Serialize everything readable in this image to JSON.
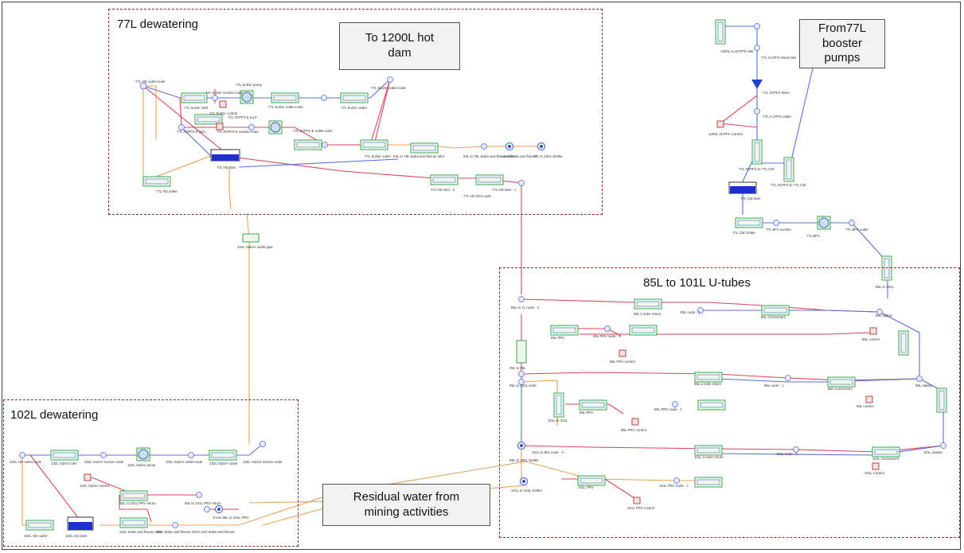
{
  "regions": {
    "r77": {
      "title": "77L dewatering"
    },
    "r85": {
      "title": "85L to 101L U-tubes"
    },
    "r102": {
      "title": "102L dewatering"
    }
  },
  "callouts": {
    "hotdam": "To 1200L hot dam",
    "booster": "From77L booster pumps",
    "residual": "Residual water from mining activities"
  },
  "labels": {
    "hd_suction": "77L HD outlet node",
    "sulzer_inlet": "77L Sulzer inlet",
    "sulzer_suction": "77L Sulzer suction node",
    "sulzer_pump": "77L Sulzer pump",
    "sulzer_outlet_node": "77L Sulzer outlet node",
    "sulzer_outlet": "77L Sulzer outlet",
    "sulzer_control": "77L Sulzer control",
    "trig": "77L Sulzer outlet node",
    "inlet_3cpfs": "77L 3CPFS E inlet",
    "e_suction": "77L 3CPFS E suction node",
    "e_pump": "77L 3CPFS E eq P",
    "e_outlet_node": "77L 3CPFS E outlet node",
    "e_outlet": "77L Sulzer outlet",
    "hd_outlet": "77L HD outlet",
    "hd_dam": "77L HD dam",
    "leaks_79": "84L to 79L leaks and fissure inlet",
    "leaks_node": "84L to 79L leaks and fissure inlet",
    "level_leaks": "Level leaks and fissure",
    "to102_settler": "77L to 102L Settler",
    "hd_inlet": "77L HD inlet - 2",
    "hd_inlet_node": "77L HD inlet node",
    "hd_inlet_1": "77L HD inlet - 1",
    "sulzer_pipe": "102L Sulzer outlet pipe",
    "eq_3cpfs_inlet": "1200L to 3CPFS inlet",
    "west_inlet": "77L 3 CPFS West inlet",
    "west_pump": "77L 3CPFS West",
    "west_outlet": "77L 3 CPFS outlet",
    "control_1200": "1200L 3CPFS Control",
    "to_cw": "77L 3CPFS to 77L CW",
    "booster_cw": "77L 3CPFS to 77L CW",
    "cw_dam": "77L CW dam",
    "cw_outlet": "77L CW Outlet",
    "bp1_suction": "77L BP1 suction",
    "bp1": "77L BP1",
    "bp1_outlet": "77L BP1 outlet",
    "to_101": "85L to 101L",
    "station_85": "85L station",
    "consumers_85": "85L Consumers",
    "control_85": "85L control",
    "u_return_85": "85L U-tube return",
    "node1_85": "85L node - 1",
    "node2_85": "85L to 7L node - 2",
    "prv_85": "85L PRV",
    "prv_node_85": "85L PRV node - 1",
    "prv_ctrl_85": "85L PRV control",
    "col_95": "95L to 95L",
    "node_95": "95L to 101L node",
    "u_return_95": "95L U-tube return",
    "node1_95": "95L node - 1",
    "station_95": "95L station",
    "consumers_95": "95L Consumers",
    "control_95": "95L control",
    "prv_95": "95L PRV",
    "prv_node_95": "95L PRV node - 1",
    "prv_ctrl_95": "95L PRV control",
    "settler_95": "95L to 102L Settler",
    "col_101": "101L to 101L",
    "node2_101": "101L to 95L node - 2",
    "u_return_101": "101L U-tube return",
    "node1_101": "101L node - 1",
    "station_101": "101L station",
    "consumers_101": "101L Consumers",
    "control_101": "101L Control",
    "prv_101": "101L PRV",
    "prv_node_101": "101L PRV node - 1",
    "prv_ctrl_101": "101L PRV control",
    "settler_101": "101L to 102L Settler",
    "hd_outlet_102": "102L HD outlet node",
    "sulzer_inlet_102": "102L Sulzer inlet",
    "sulzer_suction_102": "102L Sulzer suction node",
    "sulzer_pump_102": "102L Sulzer pump",
    "sulzer_outlet_node_102": "102L Sulzer outlet node",
    "sulzer_outlet_102": "102L Sulzer outlet",
    "sulzer_suction2_102": "102L Sulzer suction node",
    "sulzer_control_102": "102L Sulzer control",
    "prv_return_102": "85L to 101L PRV return",
    "prv_return2_102": "85L to 101L PRV return",
    "from_85": "From 85L to 101L PRV",
    "hot_dam_102": "102L Hot dam",
    "hd_outlet2_102": "102L HD outlet",
    "leaks_102": "102L leaks and fissure inlet",
    "leaks2_102": "102L leaks and fissure inlet",
    "level_leaks_102": "Level leaks and fissure"
  }
}
